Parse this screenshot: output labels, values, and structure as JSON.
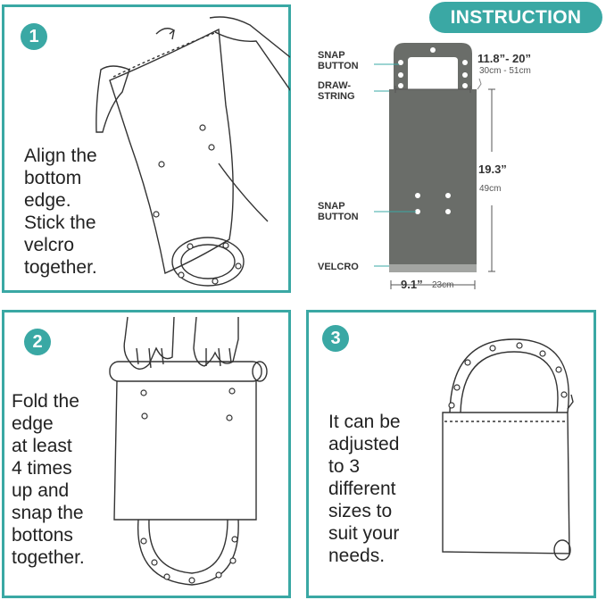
{
  "header": {
    "badge": "INSTRUCTION"
  },
  "steps": [
    {
      "number": "1",
      "text": "Align the\nbottom\nedge.\nStick the\nvelcro\ntogether."
    },
    {
      "number": "2",
      "text": "Fold the\nedge\nat least\n4 times\nup and\nsnap the\nbottons\ntogether."
    },
    {
      "number": "3",
      "text": "It can be\nadjusted\nto 3\ndifferent\nsizes to\nsuit your\nneeds."
    }
  ],
  "diagram": {
    "labels": {
      "snap_button_top": "SNAP\nBUTTON",
      "drawstring": "DRAW-\nSTRING",
      "snap_button_mid": "SNAP\nBUTTON",
      "velcro": "VELCRO"
    },
    "dimensions": {
      "handle_in": "11.8”- 20”",
      "handle_cm": "30cm - 51cm",
      "height_in": "19.3”",
      "height_cm": "49cm",
      "width_in": "9.1”",
      "width_cm": "23cm"
    },
    "colors": {
      "accent": "#3aa8a4",
      "bag": "#6a6d69",
      "velcro": "#a3a5a2"
    }
  }
}
